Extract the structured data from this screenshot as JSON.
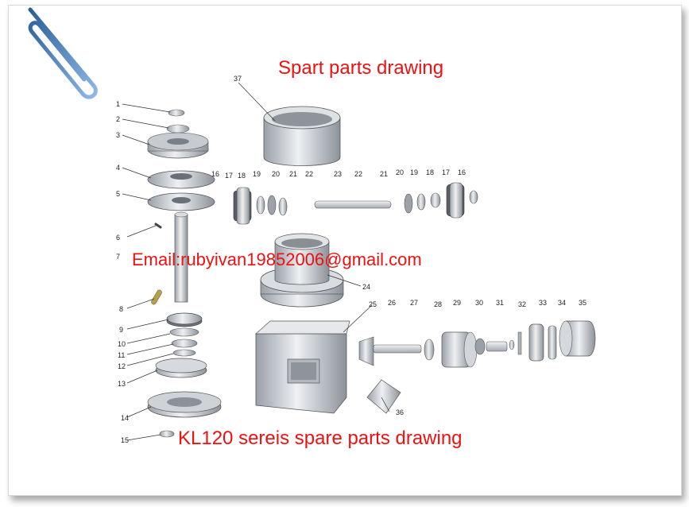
{
  "heading": "Spart parts drawing",
  "email": "Email:rubyivan19852006@gmail.com",
  "footer": "KL120 sereis spare parts drawing",
  "part_labels": [
    "1",
    "2",
    "3",
    "4",
    "5",
    "6",
    "7",
    "8",
    "9",
    "10",
    "11",
    "12",
    "13",
    "14",
    "15",
    "16",
    "17",
    "18",
    "19",
    "20",
    "21",
    "22",
    "23",
    "22",
    "21",
    "20",
    "19",
    "18",
    "17",
    "16",
    "24",
    "25",
    "26",
    "27",
    "28",
    "29",
    "30",
    "31",
    "32",
    "33",
    "34",
    "35",
    "36",
    "37"
  ]
}
